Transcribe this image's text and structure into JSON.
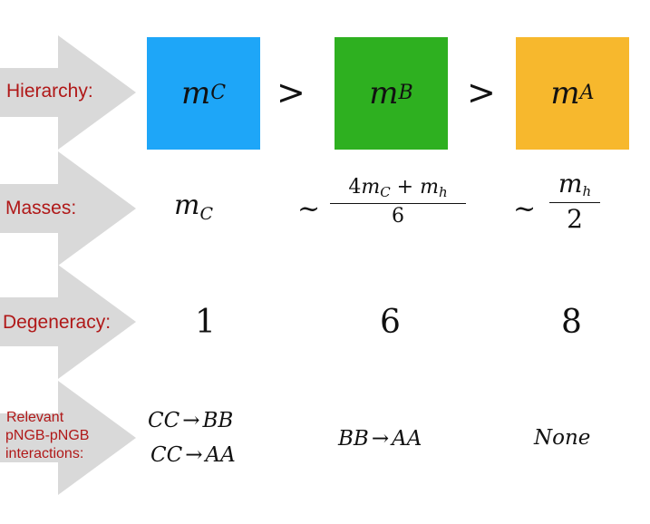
{
  "rows": {
    "hierarchy_label": "Hierarchy:",
    "masses_label": "Masses:",
    "degeneracy_label": "Degeneracy:",
    "relevant_label": "Relevant",
    "pngb_label": "pNGB-pNGB",
    "interactions_label": "interactions:"
  },
  "colors": {
    "arrow": "#d9d9d9",
    "label_text": "#b01818",
    "box_c": "#1ea6f8",
    "box_b": "#2eb020",
    "box_a": "#f7b82d"
  },
  "hierarchy": {
    "c_base": "m",
    "c_sub": "C",
    "gt1": ">",
    "b_base": "m",
    "b_sub": "B",
    "gt2": ">",
    "a_base": "m",
    "a_sub": "A"
  },
  "masses": {
    "c_base": "m",
    "c_sub": "C",
    "tilde_b": "~",
    "b_num_coef": "4",
    "b_num_m1": "m",
    "b_num_s1": "C",
    "b_num_plus": " + ",
    "b_num_m2": "m",
    "b_num_s2": "h",
    "b_den": "6",
    "tilde_a": "~",
    "a_num_m": "m",
    "a_num_s": "h",
    "a_den": "2"
  },
  "degeneracy": {
    "c": "1",
    "b": "6",
    "a": "8"
  },
  "interactions": {
    "c_line1_left": "CC",
    "c_line1_arrow": "→",
    "c_line1_right": "BB",
    "c_line2_left": "CC",
    "c_line2_arrow": "→",
    "c_line2_right": "AA",
    "b_left": "BB",
    "b_arrow": "→",
    "b_right": "AA",
    "a_text": "None"
  }
}
